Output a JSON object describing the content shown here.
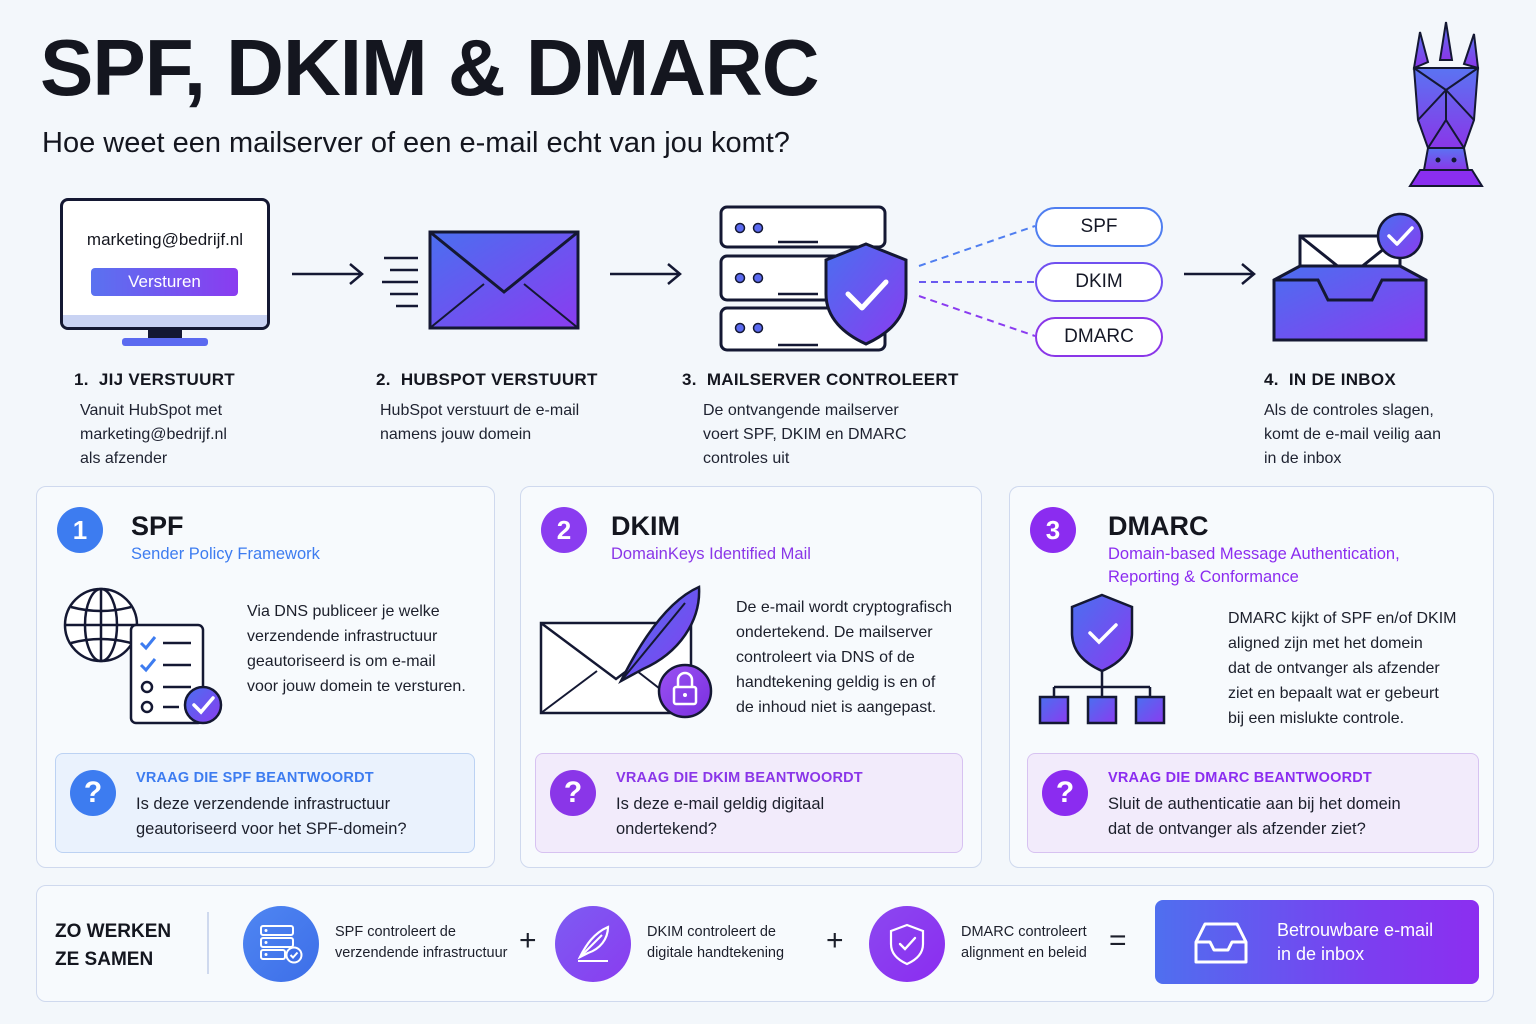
{
  "header": {
    "title": "SPF, DKIM & DMARC",
    "subtitle": "Hoe weet een mailserver of een e-mail echt van jou komt?"
  },
  "flow": {
    "sender_email": "marketing@bedrijf.nl",
    "send_button": "Versturen",
    "checks": [
      "SPF",
      "DKIM",
      "DMARC"
    ],
    "steps": [
      {
        "number": "1.",
        "title": "JIJ VERSTUURT",
        "lines": [
          "Vanuit HubSpot met",
          "marketing@bedrijf.nl",
          "als afzender"
        ]
      },
      {
        "number": "2.",
        "title": "HUBSPOT VERSTUURT",
        "lines": [
          "HubSpot verstuurt de e-mail",
          "namens jouw domein"
        ]
      },
      {
        "number": "3.",
        "title": "MAILSERVER CONTROLEERT",
        "lines": [
          "De ontvangende mailserver",
          "voert SPF, DKIM en DMARC",
          "controles uit"
        ]
      },
      {
        "number": "4.",
        "title": "IN DE INBOX",
        "lines": [
          "Als de controles slagen,",
          "komt de e-mail veilig aan",
          "in de inbox"
        ]
      }
    ]
  },
  "cards": [
    {
      "badge": "1",
      "name": "SPF",
      "subtitle_lines": [
        "Sender Policy Framework"
      ],
      "desc_lines": [
        "Via DNS publiceer je welke",
        "verzendende infrastructuur",
        "geautoriseerd is om e-mail",
        "voor jouw domein te versturen."
      ],
      "question_label": "VRAAG DIE SPF BEANTWOORDT",
      "question_lines": [
        "Is deze verzendende infrastructuur",
        "geautoriseerd voor het SPF-domein?"
      ]
    },
    {
      "badge": "2",
      "name": "DKIM",
      "subtitle_lines": [
        "DomainKeys Identified Mail"
      ],
      "desc_lines": [
        "De e-mail wordt cryptografisch",
        "ondertekend. De mailserver",
        "controleert via DNS of de",
        "handtekening geldig is en of",
        "de inhoud niet is aangepast."
      ],
      "question_label": "VRAAG DIE DKIM BEANTWOORDT",
      "question_lines": [
        "Is deze e-mail geldig digitaal",
        "ondertekend?"
      ]
    },
    {
      "badge": "3",
      "name": "DMARC",
      "subtitle_lines": [
        "Domain-based Message Authentication,",
        "Reporting & Conformance"
      ],
      "desc_lines": [
        "DMARC kijkt of SPF en/of DKIM",
        "aligned zijn met het domein",
        "dat de ontvanger als afzender",
        "ziet en bepaalt wat er gebeurt",
        "bij een mislukte controle."
      ],
      "question_label": "VRAAG DIE DMARC BEANTWOORDT",
      "question_lines": [
        "Sluit de authenticatie aan bij het domein",
        "dat de ontvanger als afzender ziet?"
      ]
    }
  ],
  "summary": {
    "title_lines": [
      "ZO WERKEN",
      "ZE SAMEN"
    ],
    "items": [
      {
        "lines": [
          "SPF controleert de",
          "verzendende infrastructuur"
        ]
      },
      {
        "lines": [
          "DKIM controleert de",
          "digitale handtekening"
        ]
      },
      {
        "lines": [
          "DMARC controleert",
          "alignment en beleid"
        ]
      }
    ],
    "plus": "+",
    "equals": "=",
    "result_lines": [
      "Betrouwbare e-mail",
      "in de inbox"
    ]
  },
  "colors": {
    "blue": "#3d7cf0",
    "purple": "#8a36e8",
    "indigo": "#5b6af0",
    "violet": "#8b2cf0"
  },
  "icons": [
    "monitor-icon",
    "envelope-icon",
    "server-icon",
    "shield-check-icon",
    "inbox-icon",
    "globe-icon",
    "checklist-icon",
    "feather-icon",
    "lock-icon",
    "hierarchy-icon",
    "question-icon",
    "unicorn-logo"
  ]
}
